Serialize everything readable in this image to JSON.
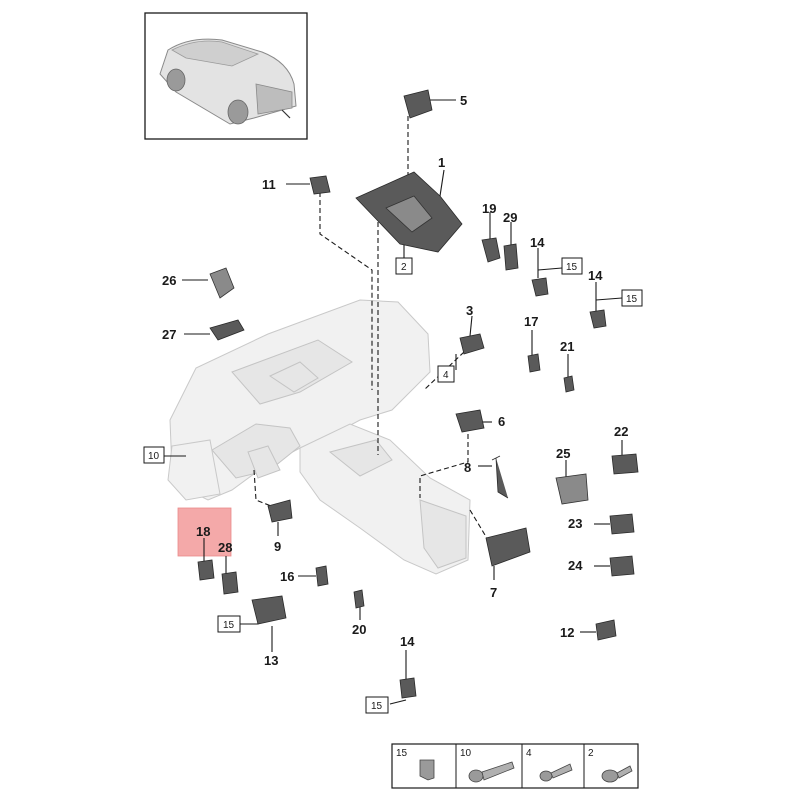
{
  "callouts": {
    "c1": "1",
    "c2": "2",
    "c3": "3",
    "c4": "4",
    "c5": "5",
    "c6": "6",
    "c7": "7",
    "c8": "8",
    "c9": "9",
    "c10": "10",
    "c11": "11",
    "c12": "12",
    "c13": "13",
    "c14a": "14",
    "c14b": "14",
    "c14c": "14",
    "c15a": "15",
    "c15b": "15",
    "c15c": "15",
    "c15d": "15",
    "c16": "16",
    "c17": "17",
    "c18": "18",
    "c19": "19",
    "c20": "20",
    "c21": "21",
    "c22": "22",
    "c23": "23",
    "c24": "24",
    "c25": "25",
    "c26": "26",
    "c27": "27",
    "c28": "28",
    "c29": "29"
  },
  "legend": {
    "k15": "15",
    "k10": "10",
    "k4": "4",
    "k2": "2"
  },
  "colors": {
    "highlight": "#f4a9a9",
    "parts": "#5a5a5a",
    "ghost": "#f1f1f1"
  }
}
